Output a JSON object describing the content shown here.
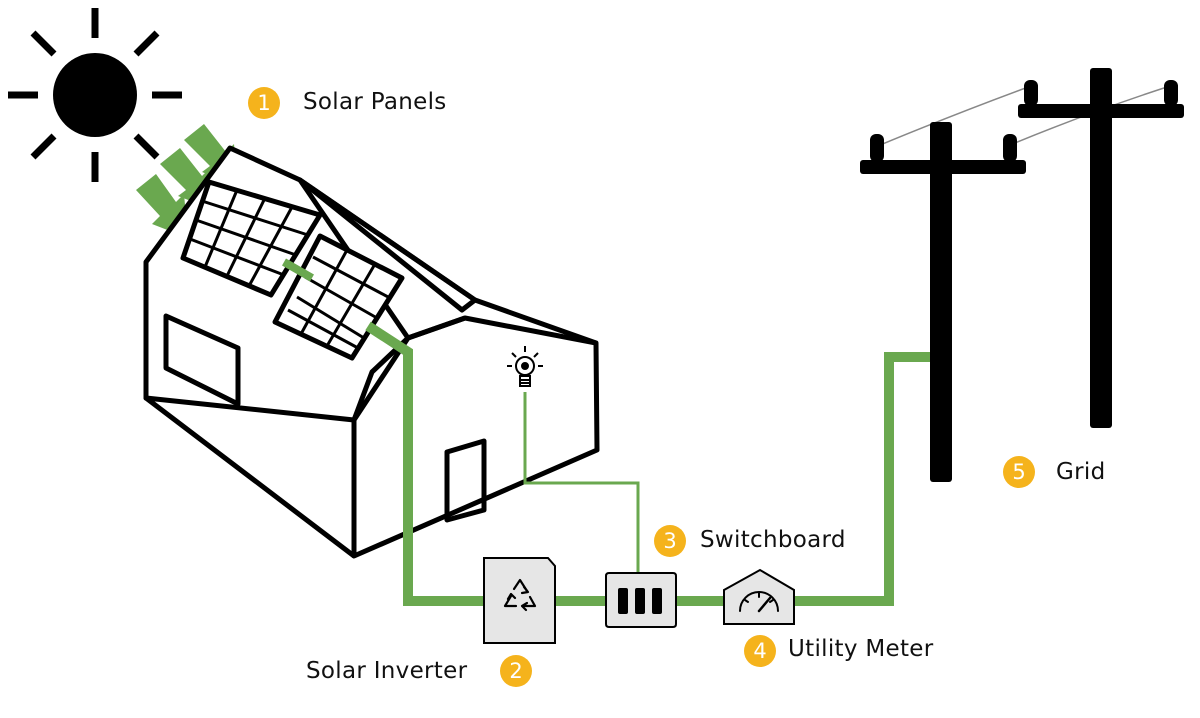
{
  "steps": [
    {
      "number": "1",
      "label": "Solar Panels"
    },
    {
      "number": "2",
      "label": "Solar Inverter"
    },
    {
      "number": "3",
      "label": "Switchboard"
    },
    {
      "number": "4",
      "label": "Utility Meter"
    },
    {
      "number": "5",
      "label": "Grid"
    }
  ],
  "colors": {
    "cable": "#6aa84f",
    "badge": "#f5b31c",
    "outline": "#111111",
    "device_fill": "#e6e6e6"
  },
  "icons": [
    "sun-icon",
    "solar-panel-icon",
    "house-icon",
    "light-bulb-icon",
    "recycle-icon",
    "switchboard-icon",
    "gauge-icon",
    "power-pole-icon"
  ]
}
